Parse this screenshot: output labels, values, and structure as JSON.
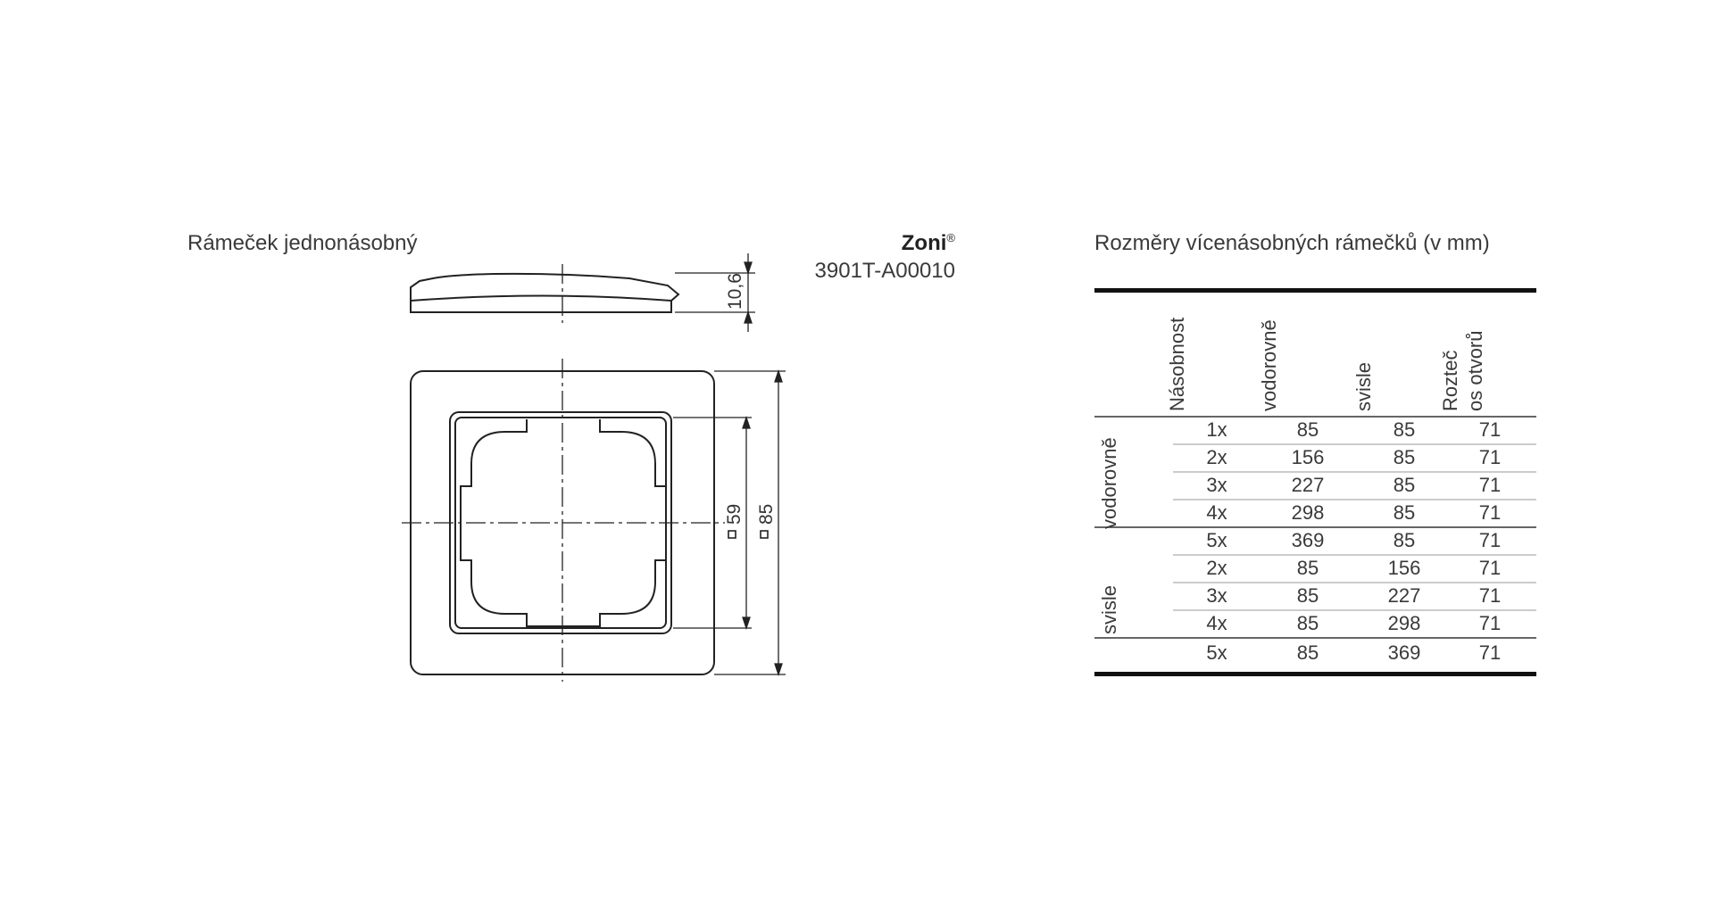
{
  "drawing": {
    "title": "Rámeček jednonásobný",
    "brand": "Zoni",
    "brand_mark": "®",
    "product_code": "3901T-A00010",
    "dim_height": "10,6",
    "dim_inner": "59",
    "dim_outer": "85"
  },
  "table": {
    "title": "Rozměry vícenásobných rámečků (v mm)",
    "headers": {
      "multiplicity": "Násobnost",
      "horizontal": "vodorovně",
      "vertical": "svisle",
      "pitch_line1": "Rozteč",
      "pitch_line2": "os otvorů"
    },
    "groups": [
      {
        "label": "vodorovně",
        "rows": [
          {
            "n": "1x",
            "h": "85",
            "v": "85",
            "p": "71"
          },
          {
            "n": "2x",
            "h": "156",
            "v": "85",
            "p": "71"
          },
          {
            "n": "3x",
            "h": "227",
            "v": "85",
            "p": "71"
          },
          {
            "n": "4x",
            "h": "298",
            "v": "85",
            "p": "71"
          },
          {
            "n": "5x",
            "h": "369",
            "v": "85",
            "p": "71"
          }
        ]
      },
      {
        "label": "svisle",
        "rows": [
          {
            "n": "2x",
            "h": "85",
            "v": "156",
            "p": "71"
          },
          {
            "n": "3x",
            "h": "85",
            "v": "227",
            "p": "71"
          },
          {
            "n": "4x",
            "h": "85",
            "v": "298",
            "p": "71"
          },
          {
            "n": "5x",
            "h": "85",
            "v": "369",
            "p": "71"
          }
        ]
      }
    ]
  }
}
